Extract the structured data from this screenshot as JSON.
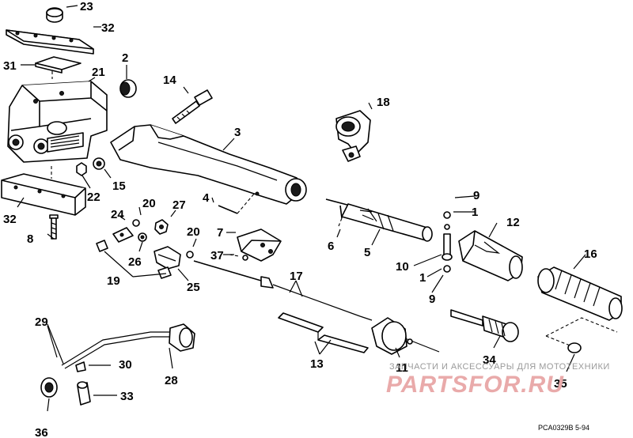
{
  "labels": {
    "p23": "23",
    "p32a": "32",
    "p31": "31",
    "p21": "21",
    "p2": "2",
    "p14": "14",
    "p18": "18",
    "p3": "3",
    "p22": "22",
    "p15": "15",
    "p32b": "32",
    "p8": "8",
    "p4": "4",
    "p20a": "20",
    "p27": "27",
    "p24": "24",
    "p20b": "20",
    "p26": "26",
    "p7": "7",
    "p37": "37",
    "p19": "19",
    "p25": "25",
    "p17": "17",
    "p6": "6",
    "p5": "5",
    "p9a": "9",
    "p1a": "1",
    "p12": "12",
    "p10": "10",
    "p1b": "1",
    "p9b": "9",
    "p16": "16",
    "p29": "29",
    "p30": "30",
    "p28": "28",
    "p13": "13",
    "p11": "11",
    "p34": "34",
    "p35": "35",
    "p33": "33",
    "p36": "36"
  },
  "watermark": {
    "top_text": "ЗАПЧАСТИ И АКСЕССУАРЫ ДЛЯ МОТОТЕХНИКИ",
    "brand_text": "PARTSFOR.RU"
  },
  "diagram_code": "PCA0329B   5-94"
}
